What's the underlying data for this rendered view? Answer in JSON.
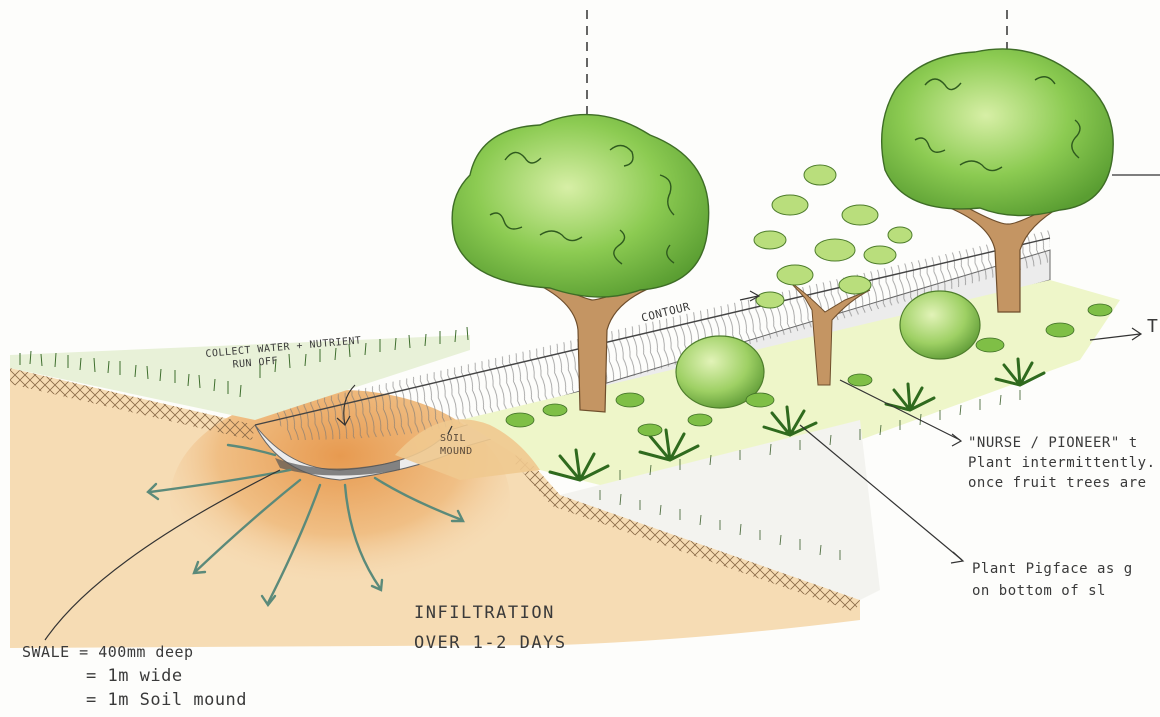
{
  "labels": {
    "swale": [
      "SWALE = 400mm deep",
      "= 1m wide",
      "= 1m Soil mound"
    ],
    "infiltration": [
      "INFILTRATION",
      "OVER 1-2 DAYS"
    ],
    "collect": [
      "COLLECT WATER + NUTRIENT",
      "RUN OFF"
    ],
    "soil_mound": [
      "SOIL",
      "MOUND"
    ],
    "contour": "CONTOUR",
    "nurse": [
      "\"NURSE / PIONEER\" t",
      "Plant intermittently. C",
      "once fruit trees are"
    ],
    "pigface": [
      "Plant Pigface as g",
      "on bottom of sl"
    ],
    "cut_t": "T"
  },
  "colors": {
    "soil": "#f0c996",
    "soil_wet": "#e8a25c",
    "grass": "#3d7a2a",
    "foliage": "#8cc94f",
    "trunk": "#b78a52",
    "crosshatch": "#8a6a48",
    "ink": "#3a3a3a"
  }
}
